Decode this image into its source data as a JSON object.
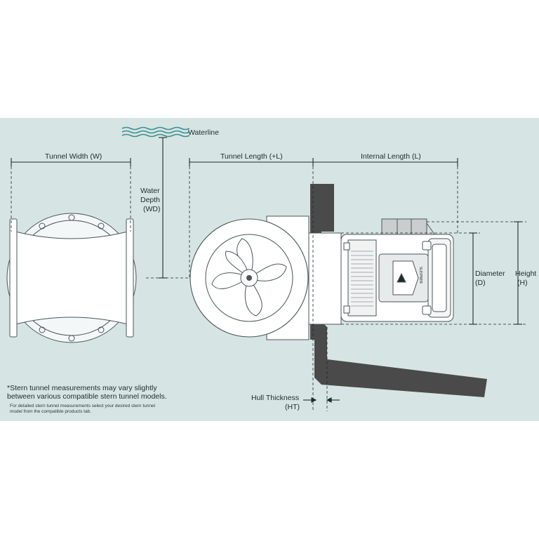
{
  "labels": {
    "waterline": "Waterline",
    "tunnel_width": "Tunnel Width (W)",
    "tunnel_length": "Tunnel Length (+L)",
    "internal_length": "Internal Length (L)",
    "water_depth_1": "Water",
    "water_depth_2": "Depth",
    "water_depth_3": "(WD)",
    "diameter_1": "Diameter",
    "diameter_2": "(D)",
    "height_1": "Height",
    "height_2": "(H)",
    "hull_1": "Hull Thickness",
    "hull_2": "(HT)",
    "motor_brand": "SLEIPNER"
  },
  "notes": {
    "main_line1": "*Stern tunnel measurements may vary slightly",
    "main_line2": " between various compatible stern tunnel models.",
    "small_line1": "For detailed stern tunnel measurements select your desired stern tunnel",
    "small_line2": "model from the compatible products tab."
  },
  "colors": {
    "background": "#ffffff",
    "panel": "#d6e5e3",
    "hull": "#4a4a4a",
    "water": "#3b8f95",
    "line": "#1f2a2c"
  }
}
